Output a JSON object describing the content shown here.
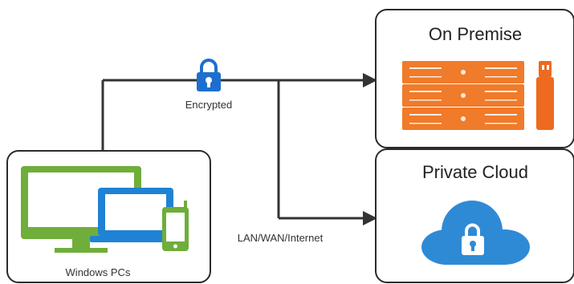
{
  "colors": {
    "connector": "#333333",
    "box_border": "#2b2b2b",
    "lock": "#1d6fcf",
    "server": "#f07b2a",
    "usb": "#ee6a1f",
    "monitor": "#6fae3a",
    "laptop": "#1f82d4",
    "phone": "#6fae3a",
    "cloud": "#2f8ad6"
  },
  "icons": {
    "connector_lock": "padlock-icon",
    "server_rack": "server-rack-icon",
    "usb_drive": "usb-drive-icon",
    "monitor": "desktop-monitor-icon",
    "laptop": "laptop-icon",
    "phone": "smartphone-icon",
    "cloud": "cloud-lock-icon"
  },
  "labels": {
    "encrypted": "Encrypted",
    "network": "LAN/WAN/Internet"
  },
  "source": {
    "title": "Windows PCs"
  },
  "targets": [
    {
      "title": "On Premise"
    },
    {
      "title": "Private Cloud"
    }
  ]
}
